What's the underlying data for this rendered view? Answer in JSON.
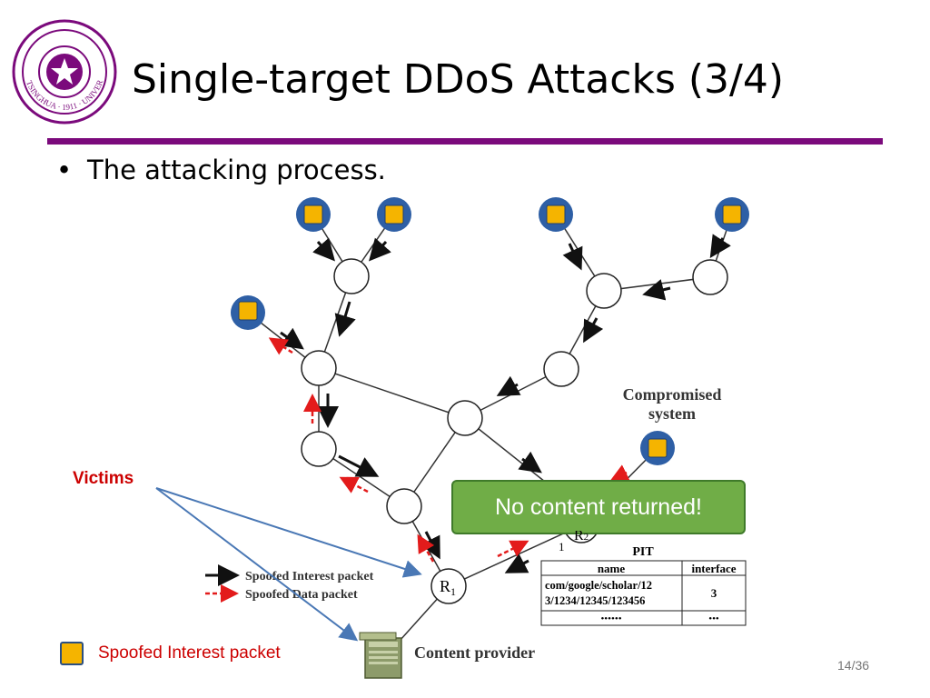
{
  "slide": {
    "title": "Single-target DDoS Attacks (3/4)",
    "bullet": "The attacking process.",
    "page_number": "14/36",
    "logo_text": "TSINGHUA · 1911 · UNIVERSITY"
  },
  "diagram": {
    "compromised_label_1": "Compromised",
    "compromised_label_2": "system",
    "callout": "No content returned!",
    "router1_label": "R",
    "router1_sub": "1",
    "router2_label": "R",
    "router2_sub": "2",
    "interface_num": "1",
    "content_provider": "Content provider",
    "victims": "Victims",
    "legend": {
      "interest": "Spoofed Interest packet",
      "data": "Spoofed Data packet",
      "square_label": "Spoofed Interest packet"
    },
    "pit": {
      "title": "PIT",
      "headers": [
        "name",
        "interface"
      ],
      "row1_name_1": "com/google/scholar/12",
      "row1_name_2": "3/1234/12345/123456",
      "row1_iface": "3",
      "row2_name": "••••••",
      "row2_iface": "•••"
    }
  },
  "colors": {
    "accent": "#7b0a7c",
    "victim_red": "#cc0000",
    "callout_green": "#70ad47",
    "attacker_blue": "#2e5fa5",
    "attacker_yellow": "#f5b400"
  }
}
